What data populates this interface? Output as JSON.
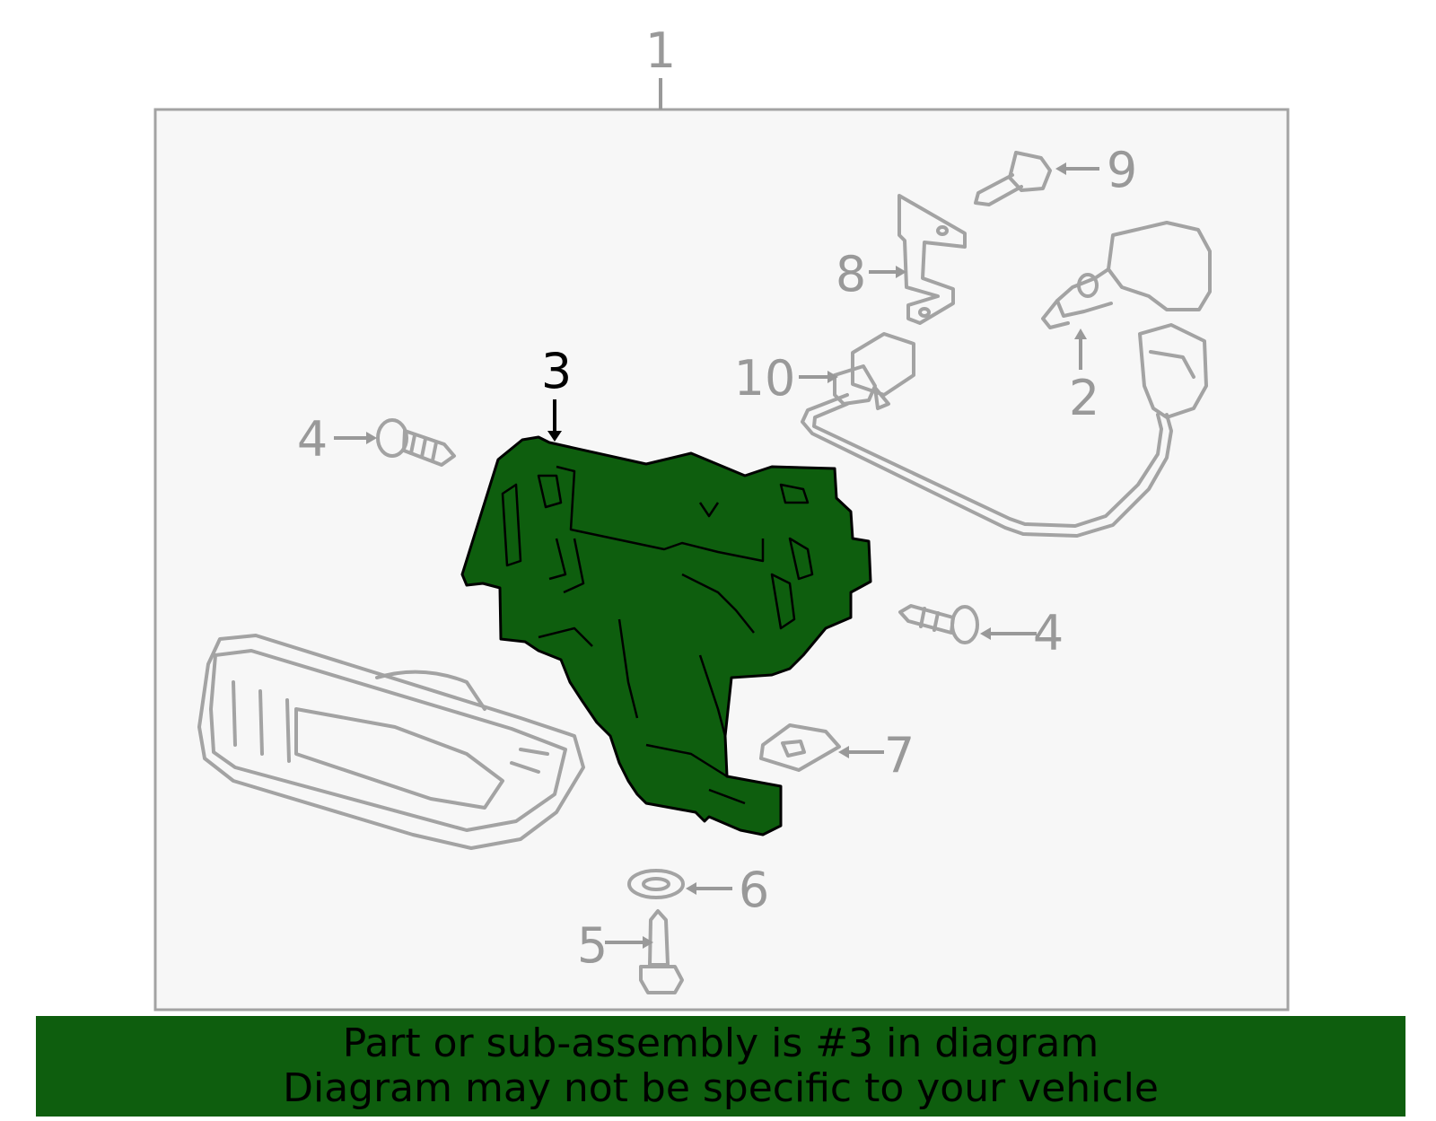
{
  "colors": {
    "highlight": "#0e5e0e",
    "frame_fill": "#f7f7f7",
    "frame_stroke": "#a3a3a3",
    "callout_inactive": "#999999",
    "callout_active": "#000000"
  },
  "callouts": {
    "c1": "1",
    "c2": "2",
    "c3": "3",
    "c4_left": "4",
    "c4_right": "4",
    "c5": "5",
    "c6": "6",
    "c7": "7",
    "c8": "8",
    "c9": "9",
    "c10": "10"
  },
  "highlighted_part": "3",
  "banner": {
    "line1": "Part or sub-assembly is #3 in diagram",
    "line2": "Diagram may not be specific to your vehicle"
  }
}
